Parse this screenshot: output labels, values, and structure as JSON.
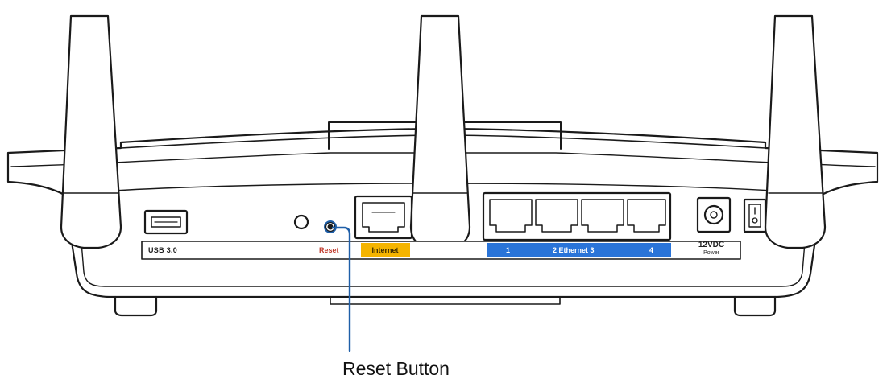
{
  "labels": {
    "usb": "USB 3.0",
    "reset": "Reset",
    "internet": "Internet",
    "ethernet_port_1": "1",
    "ethernet_middle": "2  Ethernet  3",
    "ethernet_port_4": "4",
    "voltage": "12VDC",
    "power": "Power"
  },
  "callout": {
    "text": "Reset Button"
  },
  "colors": {
    "internet_label_bg": "#f5b400",
    "ethernet_label_bg": "#2a74d8",
    "reset_text": "#c0392b",
    "callout_line": "#1f5fa8"
  }
}
